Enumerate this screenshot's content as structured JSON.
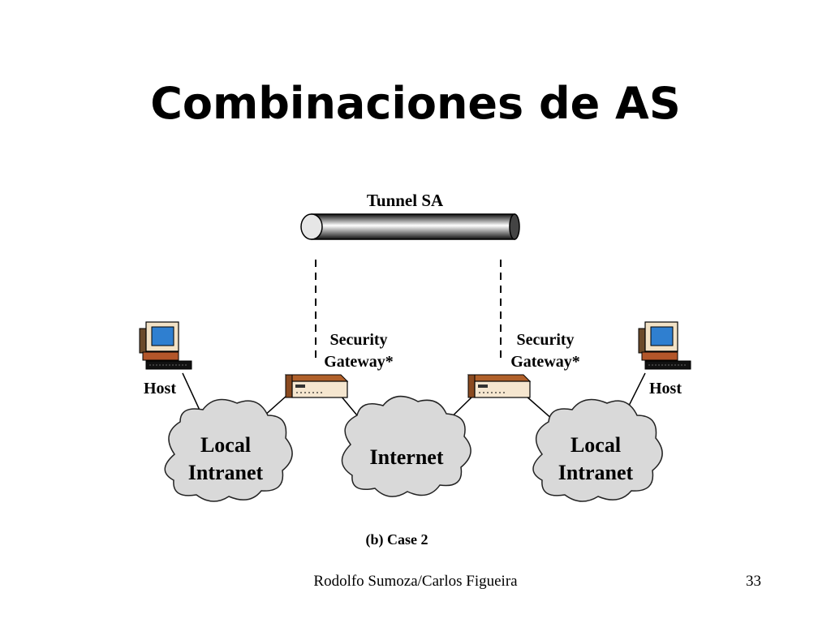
{
  "slide": {
    "title": "Combinaciones de AS",
    "footer_author": "Rodolfo Sumoza/Carlos Figueira",
    "page_number": "33"
  },
  "diagram": {
    "tunnel_label": "Tunnel SA",
    "gateway_left": {
      "line1": "Security",
      "line2": "Gateway*"
    },
    "gateway_right": {
      "line1": "Security",
      "line2": "Gateway*"
    },
    "host_left": "Host",
    "host_right": "Host",
    "cloud_left": {
      "line1": "Local",
      "line2": "Intranet"
    },
    "cloud_center": "Internet",
    "cloud_right": {
      "line1": "Local",
      "line2": "Intranet"
    },
    "caption": "(b) Case 2"
  }
}
